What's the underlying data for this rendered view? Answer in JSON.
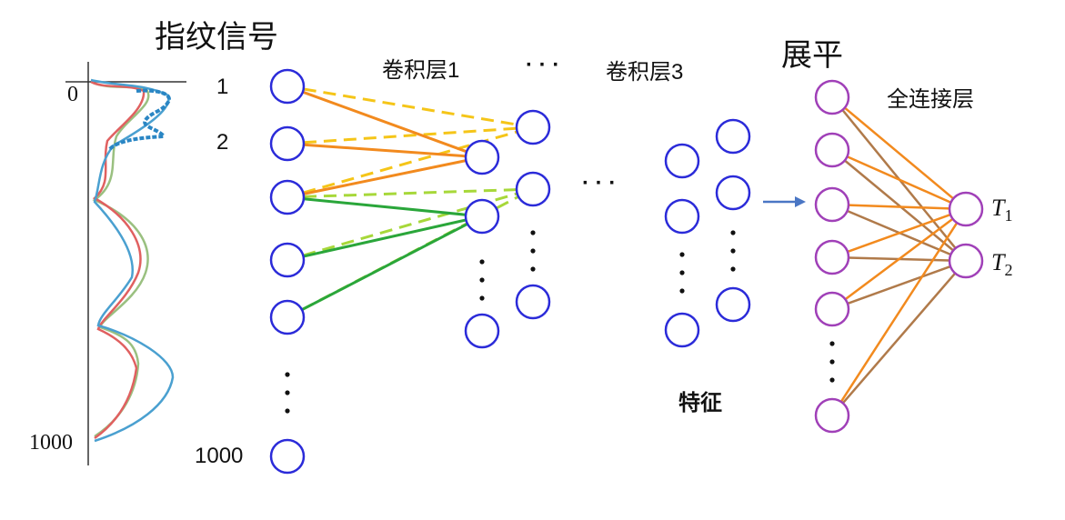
{
  "labels": {
    "fingerprint_signal": "指纹信号",
    "conv_layer_1": "卷积层1",
    "conv_layer_3": "卷积层3",
    "flatten": "展平",
    "fully_connected": "全连接层",
    "features": "特征",
    "ellipsis_top": "· · ·",
    "ellipsis_mid": "· · ·"
  },
  "signal_axis": {
    "top_tick": "0",
    "bottom_tick": "1000"
  },
  "input_indices": {
    "first": "1",
    "second": "2",
    "last": "1000"
  },
  "outputs": [
    {
      "symbol": "T",
      "subscript": "1"
    },
    {
      "symbol": "T",
      "subscript": "2"
    }
  ],
  "colors": {
    "neuron_blue": "#2b2bd9",
    "neuron_purple": "#a040b8",
    "edge_orange": "#f28a1e",
    "edge_yellow": "#f5c518",
    "edge_lime": "#a7d83a",
    "edge_green": "#2aa63a",
    "edge_brown": "#b07a4a",
    "arrow": "#4a76c4",
    "curve_blue": "#4aa0d0",
    "curve_red": "#e06060",
    "curve_green": "#9ac080"
  }
}
